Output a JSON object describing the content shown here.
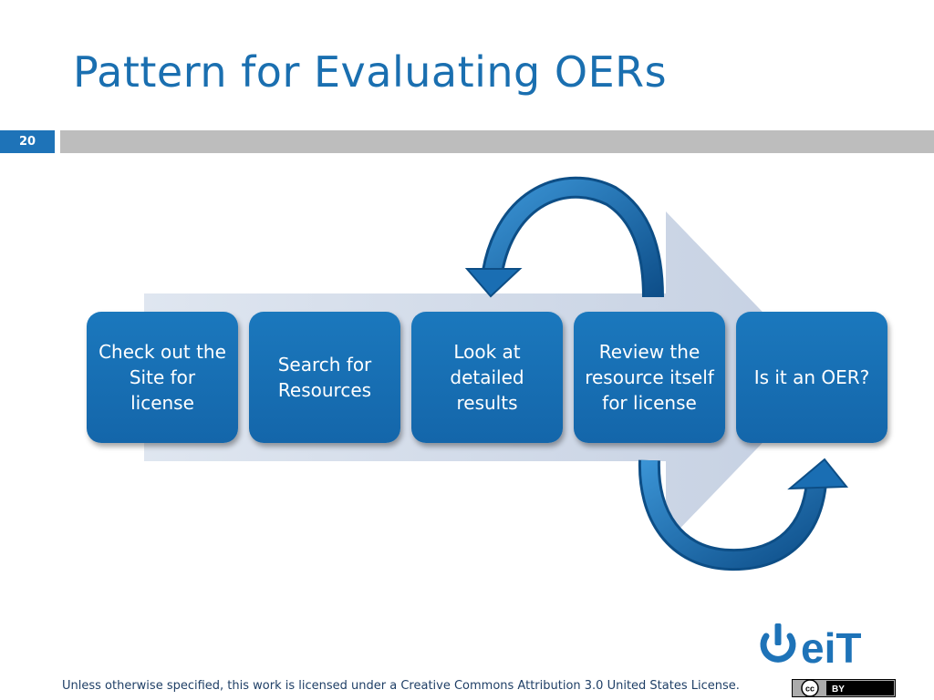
{
  "slide": {
    "title": "Pattern for Evaluating OERs",
    "number": "20"
  },
  "process": {
    "steps": [
      {
        "label": "Check out the Site for license"
      },
      {
        "label": "Search for Resources"
      },
      {
        "label": "Look at detailed results"
      },
      {
        "label": "Review the resource itself for license"
      },
      {
        "label": "Is it an OER?"
      }
    ]
  },
  "footer": {
    "license_text": "Unless otherwise specified, this work is licensed under a Creative Commons Attribution 3.0 United States License."
  },
  "logo": {
    "text": "oeiT",
    "color": "#1e73b8"
  },
  "cc_badge": {
    "cc": "cc",
    "by": "BY"
  },
  "colors": {
    "accent": "#1e73b8",
    "band": "#bdbdbd",
    "step_fill": "#1670b4",
    "arrow_background": "#ccd6e6"
  }
}
